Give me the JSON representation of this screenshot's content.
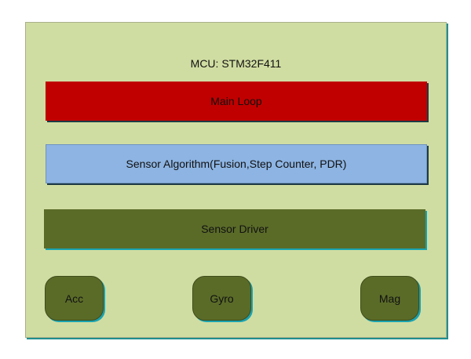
{
  "diagram": {
    "container": {
      "label": "MCU: STM32F411",
      "color": "#d0dda2"
    },
    "layers": [
      {
        "label": "Main Loop",
        "color": "#c00000"
      },
      {
        "label": "Sensor Algorithm(Fusion,Step Counter, PDR)",
        "color": "#8db4e2"
      },
      {
        "label": "Sensor Driver",
        "color": "#5a6b28"
      }
    ],
    "sensors": [
      {
        "label": "Acc",
        "color": "#5a6b28"
      },
      {
        "label": "Gyro",
        "color": "#5a6b28"
      },
      {
        "label": "Mag",
        "color": "#5a6b28"
      }
    ]
  }
}
